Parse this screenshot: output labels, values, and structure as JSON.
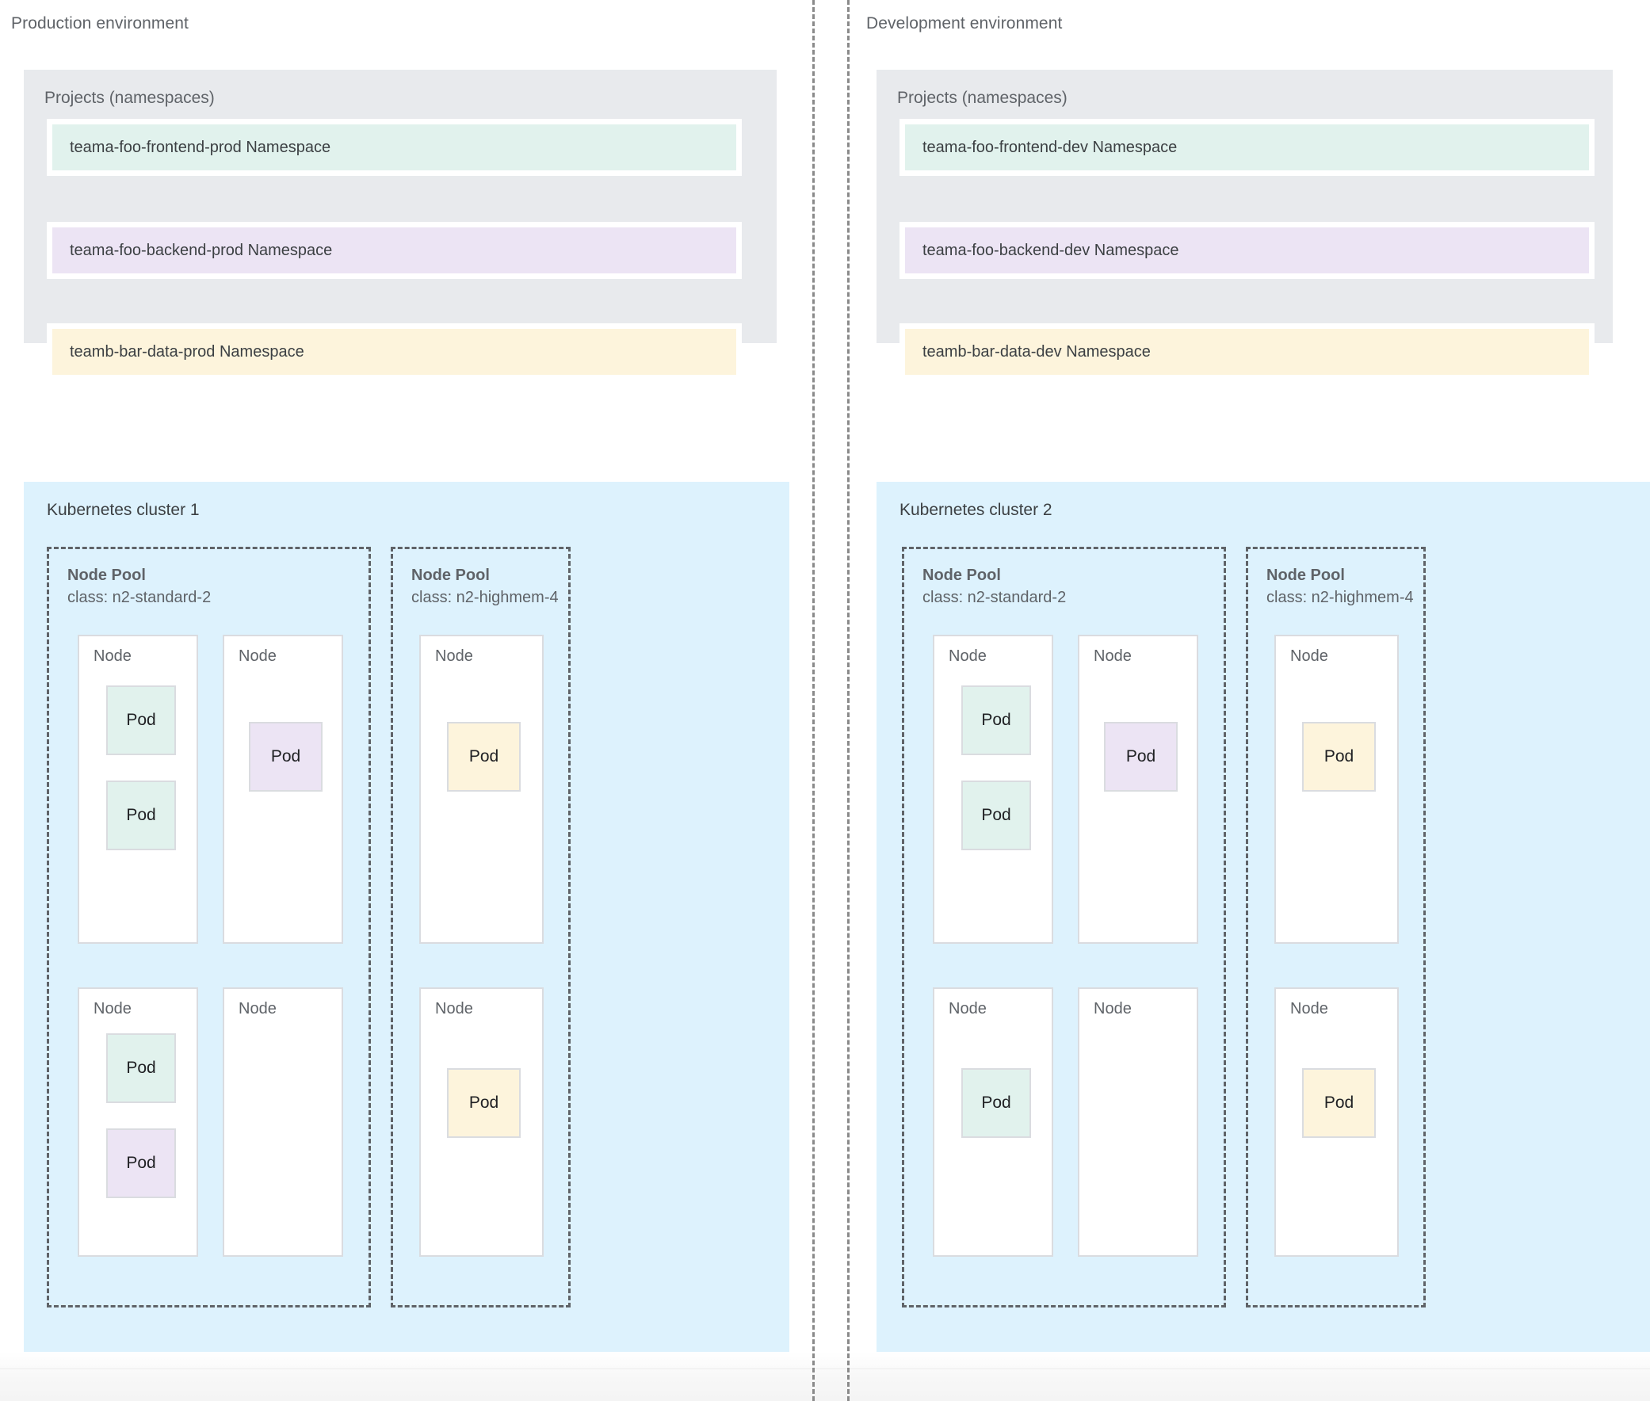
{
  "environments": [
    {
      "title": "Production environment",
      "projects": {
        "label": "Projects (namespaces)",
        "namespaces": [
          {
            "label": "teama-foo-frontend-prod Namespace",
            "color": "#e1f2ed",
            "tone": "green"
          },
          {
            "label": "teama-foo-backend-prod Namespace",
            "color": "#ece4f4",
            "tone": "purple"
          },
          {
            "label": "teamb-bar-data-prod Namespace",
            "color": "#fdf4dc",
            "tone": "yellow"
          }
        ]
      },
      "cluster": {
        "title": "Kubernetes cluster 1",
        "color": "#ddf2fd",
        "node_pools": [
          {
            "title": "Node Pool",
            "class": "class: n2-standard-2",
            "columns": 2,
            "nodes": [
              {
                "label": "Node",
                "pods": [
                  {
                    "label": "Pod",
                    "tone": "green"
                  },
                  {
                    "label": "Pod",
                    "tone": "green"
                  }
                ]
              },
              {
                "label": "Node",
                "pods": [
                  {
                    "label": "Pod",
                    "tone": "purple"
                  }
                ]
              },
              {
                "label": "Node",
                "pods": [
                  {
                    "label": "Pod",
                    "tone": "green"
                  },
                  {
                    "label": "Pod",
                    "tone": "purple"
                  }
                ]
              },
              {
                "label": "Node",
                "pods": []
              }
            ]
          },
          {
            "title": "Node Pool",
            "class": "class: n2-highmem-4",
            "columns": 1,
            "nodes": [
              {
                "label": "Node",
                "pods": [
                  {
                    "label": "Pod",
                    "tone": "yellow"
                  }
                ]
              },
              {
                "label": "Node",
                "pods": [
                  {
                    "label": "Pod",
                    "tone": "yellow"
                  }
                ]
              }
            ]
          }
        ]
      }
    },
    {
      "title": "Development environment",
      "projects": {
        "label": "Projects (namespaces)",
        "namespaces": [
          {
            "label": "teama-foo-frontend-dev Namespace",
            "color": "#e1f2ed",
            "tone": "green"
          },
          {
            "label": "teama-foo-backend-dev Namespace",
            "color": "#ece4f4",
            "tone": "purple"
          },
          {
            "label": "teamb-bar-data-dev Namespace",
            "color": "#fdf4dc",
            "tone": "yellow"
          }
        ]
      },
      "cluster": {
        "title": "Kubernetes cluster 2",
        "color": "#ddf2fd",
        "node_pools": [
          {
            "title": "Node Pool",
            "class": "class: n2-standard-2",
            "columns": 2,
            "nodes": [
              {
                "label": "Node",
                "pods": [
                  {
                    "label": "Pod",
                    "tone": "green"
                  },
                  {
                    "label": "Pod",
                    "tone": "green"
                  }
                ]
              },
              {
                "label": "Node",
                "pods": [
                  {
                    "label": "Pod",
                    "tone": "purple"
                  }
                ]
              },
              {
                "label": "Node",
                "pods": [
                  {
                    "label": "Pod",
                    "tone": "green"
                  }
                ]
              },
              {
                "label": "Node",
                "pods": []
              }
            ]
          },
          {
            "title": "Node Pool",
            "class": "class: n2-highmem-4",
            "columns": 1,
            "nodes": [
              {
                "label": "Node",
                "pods": [
                  {
                    "label": "Pod",
                    "tone": "yellow"
                  }
                ]
              },
              {
                "label": "Node",
                "pods": [
                  {
                    "label": "Pod",
                    "tone": "yellow"
                  }
                ]
              }
            ]
          }
        ]
      }
    }
  ],
  "palette": {
    "green": "#e1f2ed",
    "purple": "#ece4f4",
    "yellow": "#fdf4dc",
    "cluster_blue": "#ddf2fd",
    "projects_gray": "#e8eaed",
    "border_gray": "#dadce0",
    "text_gray": "#5f6368"
  }
}
